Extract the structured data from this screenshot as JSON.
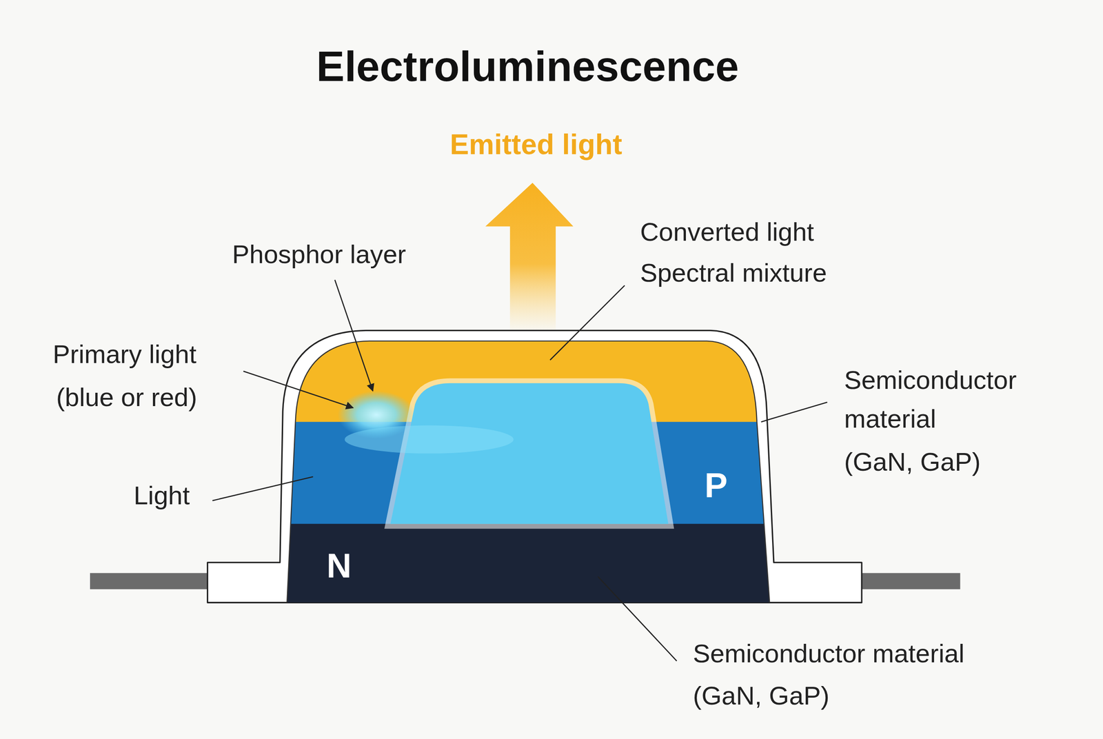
{
  "diagram": {
    "title": "Electroluminescence",
    "nodes": [
      {
        "text": [
          "P"
        ]
      },
      {
        "text": [
          "N"
        ]
      }
    ],
    "labels": [
      "Emitted light",
      "Phosphor layer",
      "Converted light",
      "Spectral mixture",
      "Primary light",
      "(blue or red)",
      "Light",
      "Semiconductor material",
      "(GaN, GaP)",
      "Semiconductor material",
      "(GaN, GaP)"
    ]
  }
}
